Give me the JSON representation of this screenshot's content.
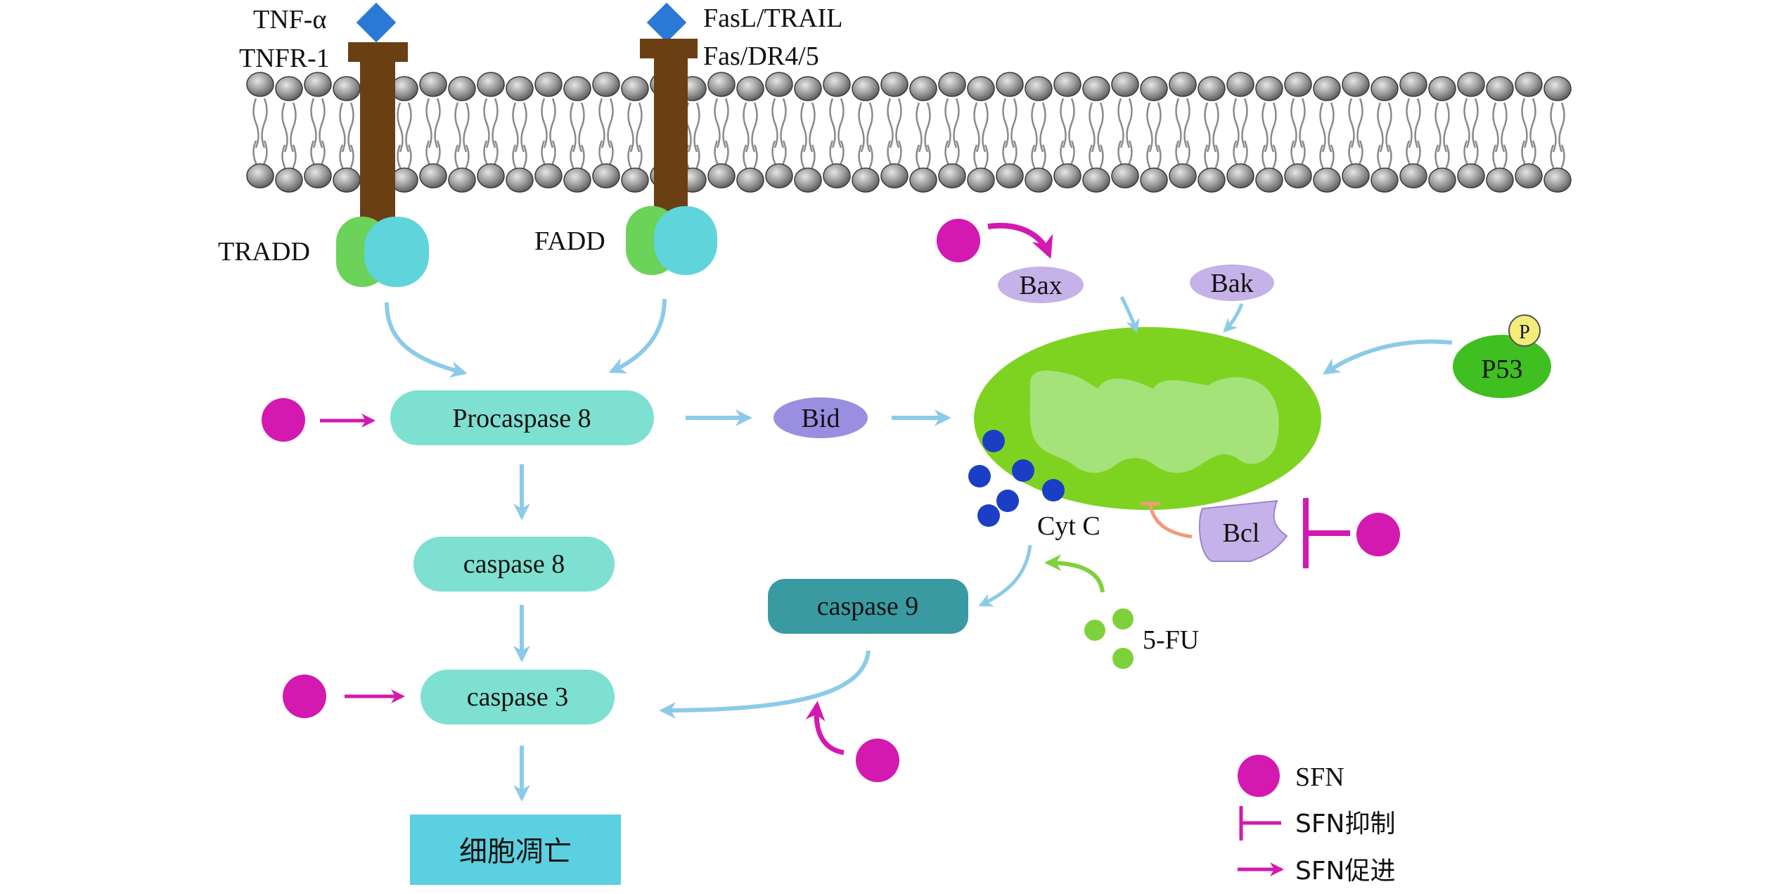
{
  "colors": {
    "receptor": "#6b3f14",
    "ligand": "#2a79d6",
    "adaptor_green": "#6bd25a",
    "adaptor_cyan": "#5fd4da",
    "pill_teal": "#7ee0d0",
    "pill_dark": "#3a9aa2",
    "bid": "#9a8ee0",
    "bax": "#c5b2e8",
    "sfn": "#d419b0",
    "arrow_blue": "#8ccbe8",
    "cyt_c": "#1b3fc4",
    "fu": "#7ed13a",
    "mito_outer": "#7ed321",
    "mito_inner": "#a6e27a",
    "apoptosis_box": "#5bd0e0",
    "bcl_arrow": "#f29a76"
  },
  "receptors": {
    "left_ligand": "TNF-α",
    "left_receptor": "TNFR-1",
    "left_adaptor": "TRADD",
    "right_ligand": "FasL/TRAIL",
    "right_receptor": "Fas/DR4/5",
    "right_adaptor": "FADD"
  },
  "nodes": {
    "procaspase8": "Procaspase 8",
    "caspase8": "caspase 8",
    "caspase3": "caspase 3",
    "caspase9": "caspase 9",
    "apoptosis": "细胞凋亡",
    "bid": "Bid",
    "bax": "Bax",
    "bak": "Bak",
    "p53": "P53",
    "p53_phospho": "P",
    "cytc": "Cyt C",
    "bcl": "Bcl",
    "fu": "5-FU"
  },
  "legend": {
    "sfn": "SFN",
    "inhibit": "SFN抑制",
    "promote": "SFN促进"
  }
}
